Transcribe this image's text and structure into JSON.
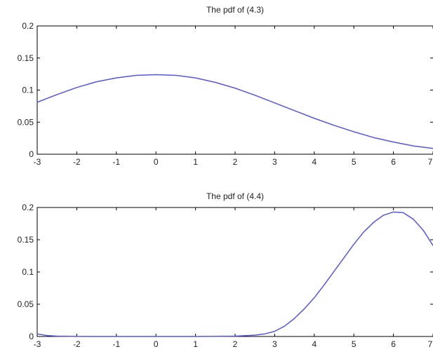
{
  "chart_data": [
    {
      "type": "line",
      "title": "The pdf of (4.3)",
      "xlabel": "",
      "ylabel": "",
      "xlim": [
        -3,
        7
      ],
      "ylim": [
        0,
        0.2
      ],
      "xticks": [
        -3,
        -2,
        -1,
        0,
        1,
        2,
        3,
        4,
        5,
        6,
        7
      ],
      "xtick_labels": [
        "-3",
        "-2",
        "-1",
        "0",
        "1",
        "2",
        "3",
        "4",
        "5",
        "6",
        "7"
      ],
      "yticks": [
        0,
        0.05,
        0.1,
        0.15,
        0.2
      ],
      "ytick_labels": [
        "0",
        "0.05",
        "0.1",
        "0.15",
        "0.2"
      ],
      "grid": false,
      "colors": {
        "line": "#5555e6",
        "axes": "#000000"
      },
      "series": [
        {
          "x": [
            -3,
            -2.5,
            -2,
            -1.5,
            -1,
            -0.5,
            0,
            0.5,
            1,
            1.5,
            2,
            2.5,
            3,
            3.5,
            4,
            4.5,
            5,
            5.5,
            6,
            6.5,
            7
          ],
          "values": [
            0.081,
            0.093,
            0.104,
            0.113,
            0.119,
            0.123,
            0.124,
            0.123,
            0.119,
            0.112,
            0.103,
            0.092,
            0.08,
            0.068,
            0.056,
            0.045,
            0.035,
            0.026,
            0.019,
            0.013,
            0.009
          ]
        }
      ]
    },
    {
      "type": "line",
      "title": "The pdf of (4.4)",
      "xlabel": "",
      "ylabel": "",
      "xlim": [
        -3,
        7
      ],
      "ylim": [
        0,
        0.2
      ],
      "xticks": [
        -3,
        -2,
        -1,
        0,
        1,
        2,
        3,
        4,
        5,
        6,
        7
      ],
      "xtick_labels": [
        "-3",
        "-2",
        "-1",
        "0",
        "1",
        "2",
        "3",
        "4",
        "5",
        "6",
        "7"
      ],
      "yticks": [
        0,
        0.05,
        0.1,
        0.15,
        0.2
      ],
      "ytick_labels": [
        "0",
        "0.05",
        "0.1",
        "0.15",
        "0.2"
      ],
      "grid": false,
      "colors": {
        "line": "#5555e6",
        "axes": "#000000"
      },
      "series": [
        {
          "x": [
            -3,
            -2.75,
            -2.5,
            -2,
            -1.5,
            -1,
            0,
            1,
            2,
            2.5,
            2.75,
            3,
            3.25,
            3.5,
            3.75,
            4,
            4.25,
            4.5,
            4.75,
            5,
            5.25,
            5.5,
            5.75,
            6,
            6.25,
            6.5,
            6.75,
            7
          ],
          "values": [
            0.004,
            0.0015,
            0.0005,
            0.0001,
            0,
            0,
            0,
            0,
            0.0005,
            0.002,
            0.004,
            0.008,
            0.016,
            0.028,
            0.043,
            0.06,
            0.08,
            0.101,
            0.122,
            0.143,
            0.162,
            0.177,
            0.188,
            0.193,
            0.192,
            0.182,
            0.165,
            0.141
          ]
        }
      ]
    }
  ]
}
